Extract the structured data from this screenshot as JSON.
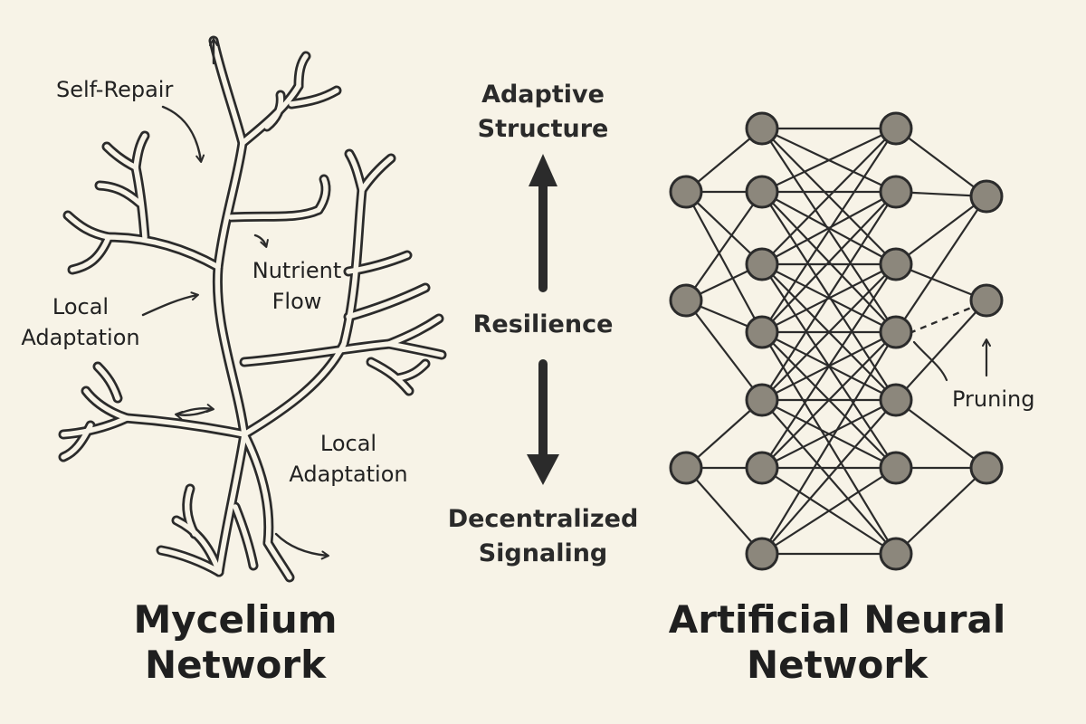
{
  "mycelium": {
    "title_line1": "Mycelium",
    "title_line2": "Network",
    "labels": {
      "self_repair": "Self-Repair",
      "nutrient_flow_line1": "Nutrient",
      "nutrient_flow_line2": "Flow",
      "local_adaptation_left_line1": "Local",
      "local_adaptation_left_line2": "Adaptation",
      "local_adaptation_right_line1": "Local",
      "local_adaptation_right_line2": "Adaptation"
    }
  },
  "center": {
    "top_line1": "Adaptive",
    "top_line2": "Structure",
    "middle": "Resilience",
    "bottom_line1": "Decentralized",
    "bottom_line2": "Signaling"
  },
  "neural_network": {
    "title_line1": "Artificial Neural",
    "title_line2": "Network",
    "pruning_label": "Pruning"
  },
  "colors": {
    "background": "#f7f3e7",
    "line": "#2b2b2b",
    "node_fill": "#8c877c"
  }
}
